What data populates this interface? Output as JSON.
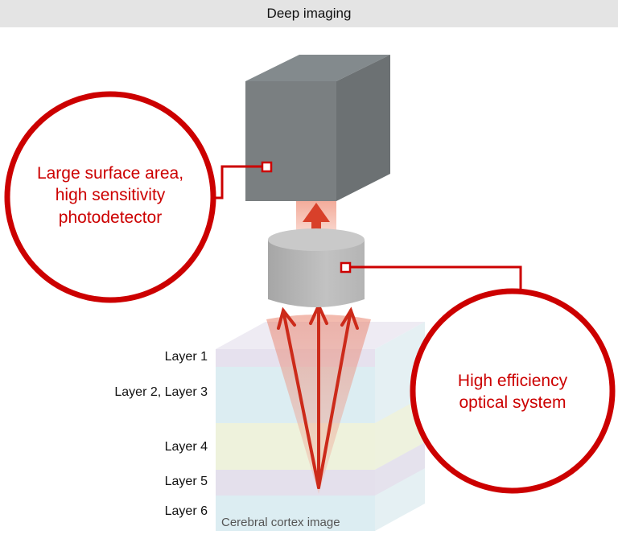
{
  "header": {
    "title": "Deep imaging"
  },
  "callouts": {
    "photodetector": {
      "lines": [
        "Large surface area,",
        "high sensitivity",
        "photodetector"
      ]
    },
    "optical": {
      "lines": [
        "High efficiency",
        "optical system"
      ]
    }
  },
  "layers": [
    {
      "label": "Layer 1",
      "color": "#e6e1ee"
    },
    {
      "label": "Layer 2, Layer 3",
      "color": "#dcedf2"
    },
    {
      "label": "Layer 4",
      "color": "#eef2dc"
    },
    {
      "label": "Layer 5",
      "color": "#e4e0ec"
    },
    {
      "label": "Layer 6",
      "color": "#dcedf2"
    }
  ],
  "cortex_caption": "Cerebral cortex image",
  "colors": {
    "accent": "#cc0000",
    "detector": "#777b7d",
    "lens": "#b5b5b5"
  }
}
